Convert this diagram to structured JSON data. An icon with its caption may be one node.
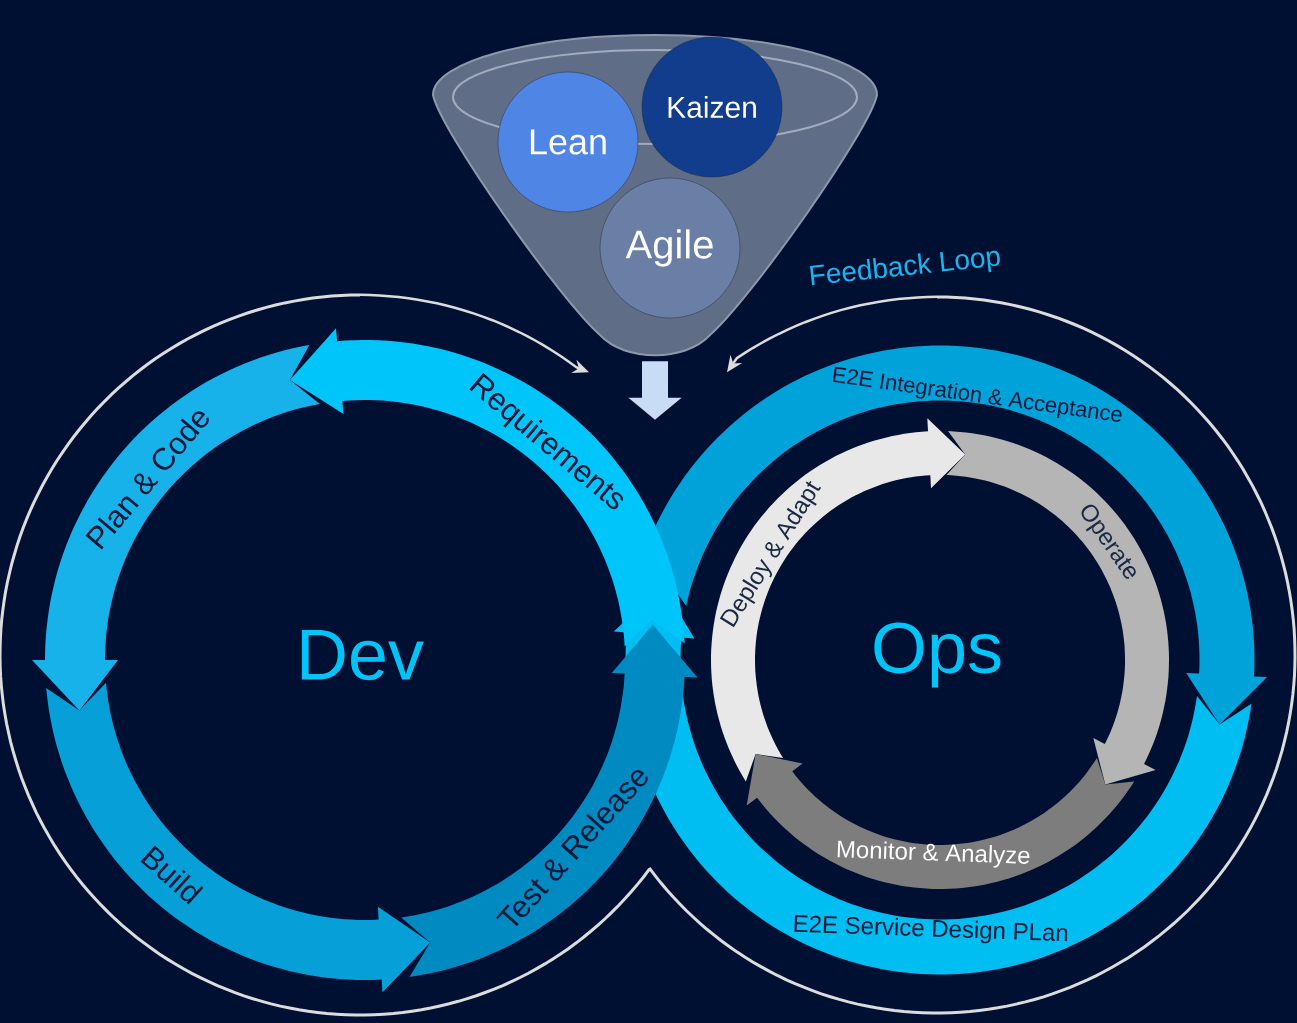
{
  "diagram": {
    "nodes": [
      {
        "text": [],
        "shape": "funnel"
      },
      {
        "text": [
          "Lean"
        ],
        "in": 0
      },
      {
        "text": [
          "Kaizen"
        ],
        "in": 0
      },
      {
        "text": [
          "Agile"
        ],
        "in": 0
      },
      {
        "text": [
          "Dev"
        ]
      },
      {
        "text": [
          "Ops"
        ]
      },
      {
        "text": [
          "Requirements"
        ],
        "in": 4
      },
      {
        "text": [
          "Plan & Code"
        ],
        "in": 4
      },
      {
        "text": [
          "Build"
        ],
        "in": 4
      },
      {
        "text": [
          "Test & Release"
        ],
        "in": 4
      },
      {
        "text": [
          "E2E Integration & Acceptance"
        ],
        "in": 5
      },
      {
        "text": [
          "Deploy & Adapt"
        ],
        "in": 5
      },
      {
        "text": [
          "Operate"
        ],
        "in": 5
      },
      {
        "text": [
          "Monitor & Analyze"
        ],
        "in": 5
      },
      {
        "text": [
          "E2E Service Design PLan"
        ],
        "in": 5
      }
    ],
    "edges": [
      {
        "from": 0,
        "to": 5,
        "arrow": "to",
        "style": "thick",
        "color": "#c9dcf5"
      },
      {
        "from": 4,
        "to": 0,
        "arrow": "to"
      },
      {
        "from": 5,
        "to": 0,
        "arrow": "to",
        "label": "Feedback Loop"
      }
    ]
  }
}
